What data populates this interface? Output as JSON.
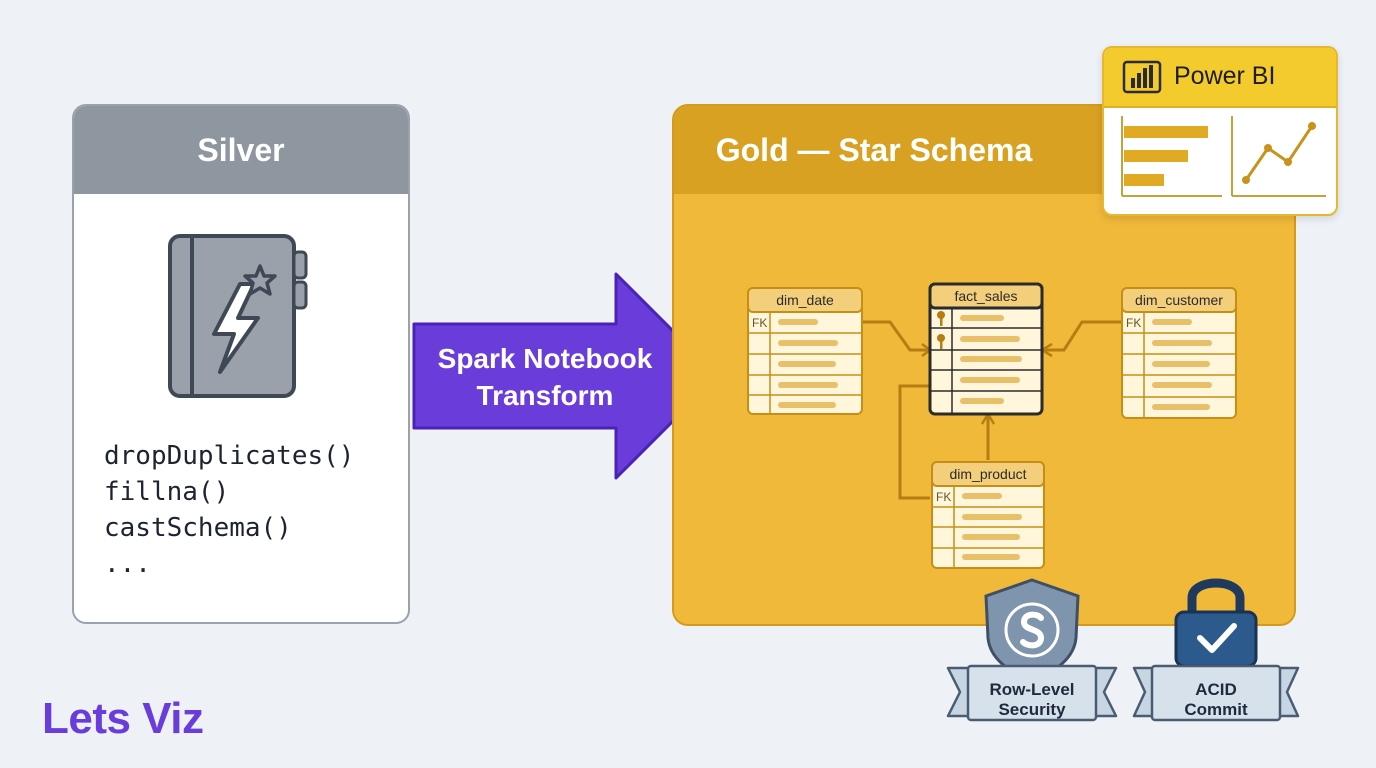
{
  "silver": {
    "title": "Silver",
    "code_lines": [
      "dropDuplicates()",
      "fillna()",
      "castSchema()",
      "..."
    ]
  },
  "arrow": {
    "line1": "Spark Notebook",
    "line2": "Transform"
  },
  "gold": {
    "title": "Gold — Star Schema",
    "tables": {
      "dim_date": "dim_date",
      "fact_sales": "fact_sales",
      "dim_customer": "dim_customer",
      "dim_product": "dim_product"
    },
    "fk_label": "FK"
  },
  "powerbi": {
    "label": "Power BI"
  },
  "badges": {
    "rls_line1": "Row-Level",
    "rls_line2": "Security",
    "acid_line1": "ACID",
    "acid_line2": "Commit"
  },
  "brand": "Lets Viz",
  "colors": {
    "silver_header": "#8e969f",
    "gold_panel": "#f1b93a",
    "gold_header": "#d9a122",
    "arrow": "#6a3ddb",
    "powerbi_yellow": "#f4cb2c",
    "brand": "#6a3ddb"
  },
  "icons": [
    "notebook-lightning-icon",
    "powerbi-logo-icon",
    "shield-icon",
    "lock-check-icon",
    "key-icon"
  ]
}
